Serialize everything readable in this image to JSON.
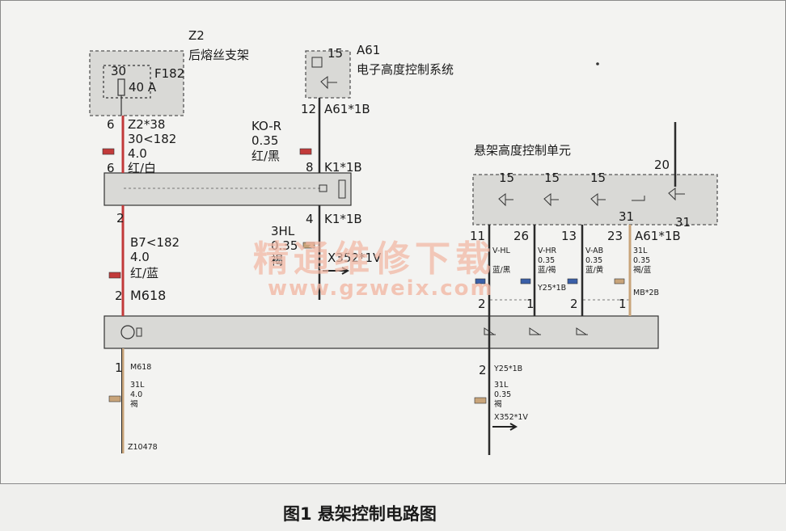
{
  "components": {
    "z2_id": "Z2",
    "z2_name": "后熔丝支架",
    "fuse_pin": "30",
    "fuse_id": "F182",
    "fuse_rating": "40 A",
    "a61_id": "A61",
    "a61_name": "电子高度控制系统",
    "a61_pin": "15",
    "suspension_unit_name": "悬架高度控制单元"
  },
  "left_wire": {
    "pin_top": "6",
    "connector_top": "Z2*38",
    "circuit_top": "30<182",
    "gauge_top": "4.0",
    "pin_k": "6",
    "color_top": "红/白",
    "pin_mid": "2",
    "circuit_mid": "B7<182",
    "gauge_mid": "4.0",
    "color_mid": "红/蓝",
    "pin_m618": "2",
    "connector_m618": "M618",
    "pin_bottom": "1",
    "connector_bottom": "M618",
    "circuit_bottom": "31L",
    "gauge_bottom": "4.0",
    "color_bottom": "褐",
    "ref_bottom": "Z10478"
  },
  "center_wire": {
    "pin_a61": "12",
    "connector_a61": "A61*1B",
    "circuit": "KO-R",
    "gauge": "0.35",
    "color": "红/黑",
    "pin_k1_top": "8",
    "connector_k1_top": "K1*1B",
    "pin_k1_bottom": "4",
    "connector_k1_bottom": "K1*1B",
    "circuit_3hl": "3HL",
    "gauge_3hl": "0.35",
    "color_3hl": "褐",
    "connector_x": "X352*1V"
  },
  "right_unit": {
    "pin_top_20": "20",
    "pin15_a": "15",
    "pin15_b": "15",
    "pin15_c": "15",
    "pin31_a": "31",
    "pin31_b": "31",
    "pin_11": "11",
    "pin_26": "26",
    "pin_13": "13",
    "pin_23": "23",
    "connector_a61": "A61*1B",
    "w1_circuit": "V-HL",
    "w1_color": "蓝/黑",
    "w2_circuit": "V-HR",
    "w2_gauge": "0.35",
    "w2_color": "蓝/褐",
    "w3_circuit": "V-AB",
    "w3_gauge": "0.35",
    "w3_color": "蓝/黄",
    "w4_circuit": "31L",
    "w4_gauge": "0.35",
    "w4_color": "褐/蓝",
    "y25_label": "Y25*1B",
    "mb_label": "MB*2B",
    "pin_2a": "2",
    "pin_1a": "1",
    "pin_2b": "2",
    "pin_1b": "1",
    "pin_bottom": "2",
    "connector_bottom": "Y25*1B",
    "circuit_bottom": "31L",
    "gauge_bottom": "0.35",
    "color_bottom": "褐",
    "connector_x": "X352*1V"
  },
  "watermark": {
    "text": "精通维修下载",
    "url": "www.gzweix.com"
  },
  "caption": "图1 悬架控制电路图",
  "colors": {
    "red_wire": "#c23a3a",
    "tan_wire": "#c8a47a",
    "dark_wire": "#2b2b2b",
    "box_fill": "#d9d9d6",
    "watermark": "#f2b9a6"
  }
}
